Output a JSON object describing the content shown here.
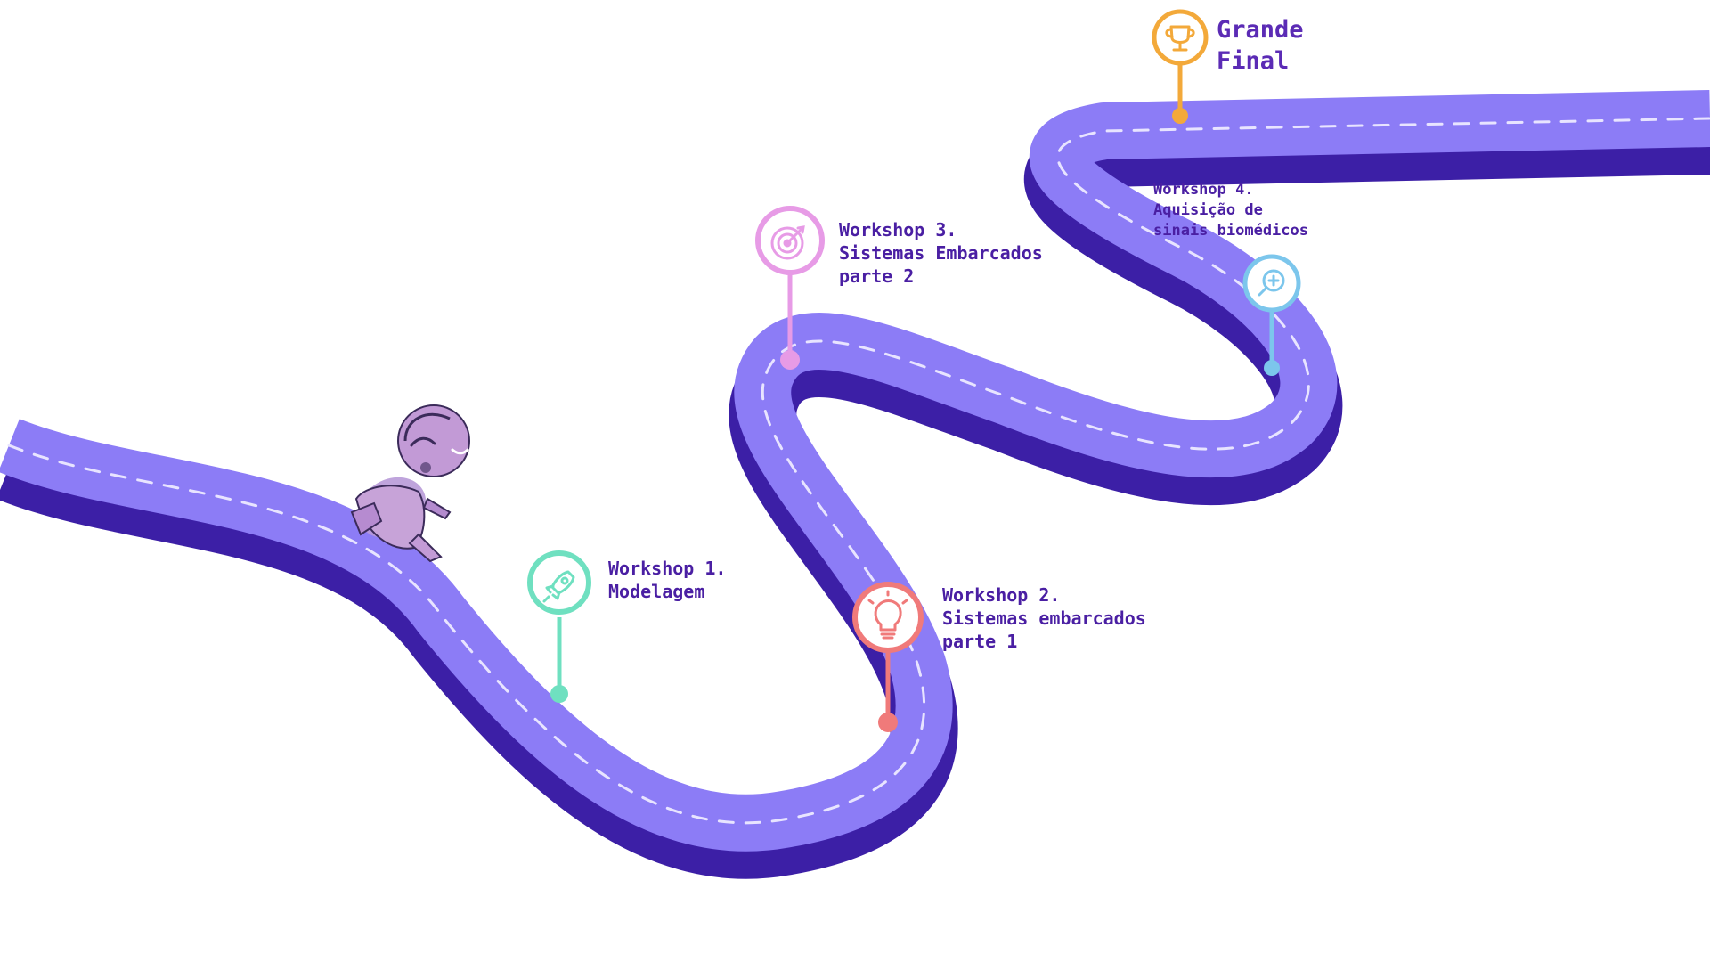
{
  "milestones": [
    {
      "id": "workshop-1",
      "title": "Workshop 1.",
      "subtitle": "Modelagem",
      "icon": "rocket-icon",
      "color": "#6fe0c0"
    },
    {
      "id": "workshop-2",
      "title": "Workshop 2.",
      "subtitle": "Sistemas embarcados",
      "subtitle2": "parte 1",
      "icon": "lightbulb-icon",
      "color": "#f07a7a"
    },
    {
      "id": "workshop-3",
      "title": "Workshop 3.",
      "subtitle": "Sistemas Embarcados",
      "subtitle2": "parte 2",
      "icon": "target-icon",
      "color": "#e79be6"
    },
    {
      "id": "workshop-4",
      "title": "Workshop 4.",
      "subtitle": "Aquisição de",
      "subtitle2": "sinais biomédicos",
      "icon": "magnifier-icon",
      "color": "#7cc6ec"
    },
    {
      "id": "grande-final",
      "title": "Grande",
      "subtitle": "Final",
      "icon": "trophy-icon",
      "color": "#f3a93a"
    }
  ],
  "road": {
    "top_color": "#8c7cf6",
    "side_color": "#3c1fa6",
    "dash_color": "#e8e4ff"
  }
}
